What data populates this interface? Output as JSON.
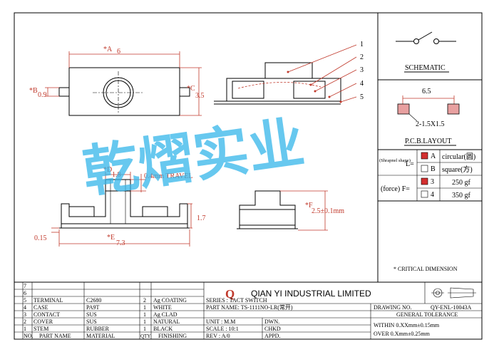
{
  "dims": {
    "a_label": "*A",
    "a_val": "6",
    "b_label": "*B",
    "b_val": "0.9",
    "c_label": "*C",
    "c_val": "3.5",
    "d_label": "*D",
    "d_val": "1.8",
    "travel": "0.4mm TRAVEL",
    "h17": "1.7",
    "f_label": "*F",
    "f_val": "2.5±0.1mm",
    "e_label": "*E",
    "e_val": "7.3",
    "w015": "0.15",
    "p65": "6.5",
    "pad": "2-1.5X1.5"
  },
  "balloons": [
    "1",
    "2",
    "3",
    "4",
    "5"
  ],
  "schematic_title": "SCHEMATIC",
  "pcb_title": "P.C.B.LAYOUT",
  "options": {
    "shrapnel_label": "(Shrapnel shape)",
    "l_eq": "L=",
    "force_label": "(force) F=",
    "rows": [
      {
        "box": "A",
        "val": "circular(圆)",
        "checked": true
      },
      {
        "box": "B",
        "val": "square(方)",
        "checked": false
      },
      {
        "box": "3",
        "val": "250 gf",
        "checked": true
      },
      {
        "box": "4",
        "val": "350 gf",
        "checked": false
      }
    ]
  },
  "critical": "* CRITICAL DIMENSION",
  "watermark": "乾熠实业",
  "bom": {
    "rows": [
      {
        "no": "7",
        "part": "",
        "mat": "",
        "qty": "",
        "fin": ""
      },
      {
        "no": "6",
        "part": "",
        "mat": "",
        "qty": "",
        "fin": ""
      },
      {
        "no": "5",
        "part": "TERMINAL",
        "mat": "C2680",
        "qty": "2",
        "fin": "Ag COATING"
      },
      {
        "no": "4",
        "part": "CASE",
        "mat": "PA9T",
        "qty": "1",
        "fin": "WHITE"
      },
      {
        "no": "3",
        "part": "CONTACT",
        "mat": "SUS",
        "qty": "1",
        "fin": "Ag CLAD"
      },
      {
        "no": "2",
        "part": "COVER",
        "mat": "SUS",
        "qty": "1",
        "fin": "NATURAL"
      },
      {
        "no": "1",
        "part": "STEM",
        "mat": "RUBBER",
        "qty": "1",
        "fin": "BLACK"
      }
    ],
    "header": {
      "no": "NO.",
      "part": "PART NAME",
      "mat": "MATERIAL",
      "qty": "QTY",
      "fin": "FINISHING"
    }
  },
  "title_block": {
    "logo_letter": "Q",
    "company": "QIAN YI INDUSTRIAL LIMITED",
    "series": "SERIES : TACT SWITCH",
    "part_name": "PART NAME: TS-1111NO-LR(常开)",
    "unit": "UNIT : M.M",
    "scale": "SCALE : 10:1",
    "rev": "REV   : A/0",
    "dwn": "DWN.",
    "chkd": "CHKD",
    "appd": "APPD.",
    "drawing_no_label": "DRAWING NO.",
    "drawing_no": "QY-ENL-10043A",
    "gen_tol": "GENERAL TOLERANCE",
    "tol1": "WITHIN 0.XXmm±0.15mm",
    "tol2": "OVER   0.Xmm±0.25mm"
  }
}
